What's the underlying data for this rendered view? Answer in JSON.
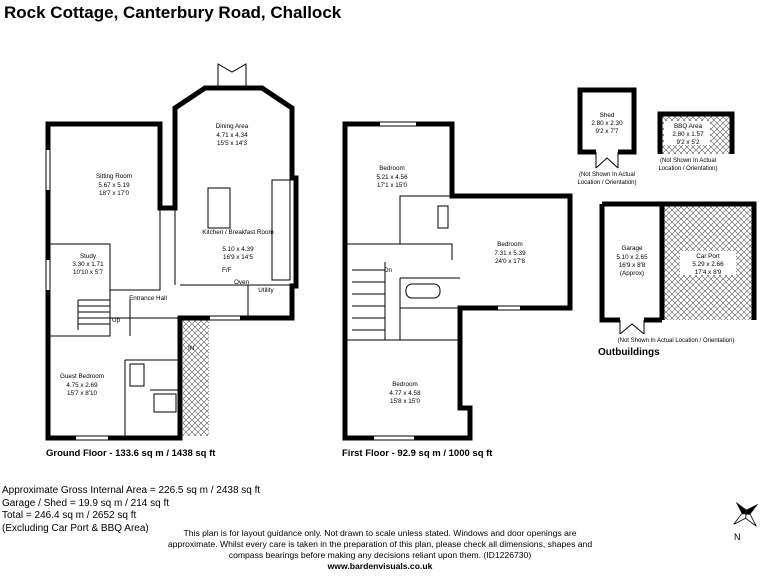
{
  "title": "Rock Cottage, Canterbury Road, Challock",
  "ground_floor": {
    "caption": "Ground Floor - 133.6 sq m / 1438 sq ft",
    "rooms": [
      {
        "name": "Sitting Room",
        "metric": "5.67 x 5.19",
        "imperial": "18'7 x 17'0"
      },
      {
        "name": "Dining Area",
        "metric": "4.71 x 4.34",
        "imperial": "15'5 x 14'3"
      },
      {
        "name": "Kitchen / Breakfast Room",
        "metric": "5.10 x 4.39",
        "imperial": "16'9 x 14'5"
      },
      {
        "name": "Study",
        "metric": "3.30 x 1.71",
        "imperial": "10'10 x 5'7"
      },
      {
        "name": "Entrance Hall"
      },
      {
        "name": "Utility"
      },
      {
        "name": "Guest Bedroom",
        "metric": "4.75 x 2.69",
        "imperial": "15'7 x 8'10"
      }
    ],
    "labels": {
      "up": "Up",
      "in": "IN",
      "ff": "F/F",
      "oven": "Oven"
    }
  },
  "first_floor": {
    "caption": "First Floor - 92.9 sq m / 1000 sq ft",
    "rooms": [
      {
        "name": "Bedroom",
        "metric": "5.21 x 4.56",
        "imperial": "17'1 x 15'0"
      },
      {
        "name": "Bedroom",
        "metric": "7.31 x 5.39",
        "imperial": "24'0 x 17'8"
      },
      {
        "name": "Bedroom",
        "metric": "4.77 x 4.58",
        "imperial": "15'8 x 15'0"
      }
    ],
    "labels": {
      "dn": "Dn"
    }
  },
  "outbuildings": {
    "title": "Outbuildings",
    "shed": {
      "name": "Shed",
      "metric": "2.80 x 2.30",
      "imperial": "9'2 x 7'7"
    },
    "bbq": {
      "name": "BBQ Area",
      "metric": "2.80 x 1.57",
      "imperial": "9'2 x 5'2"
    },
    "garage": {
      "name": "Garage",
      "metric": "5.10 x 2.65",
      "imperial": "16'9 x 8'8",
      "note": "(Approx)"
    },
    "carport": {
      "name": "Car Port",
      "metric": "5.29 x 2.66",
      "imperial": "17'4 x 8'9"
    },
    "note_line1": "(Not Shown In Actual",
    "note_line2": "Location / Orientation)",
    "note_single": "(Not Shown In Actual Location / Orientation)"
  },
  "stats": {
    "line1": "Approximate Gross Internal Area = 226.5 sq m / 2438 sq ft",
    "line2": "Garage / Shed = 19.9 sq m / 214 sq ft",
    "line3": "Total = 246.4 sq m / 2652 sq ft",
    "line4": "(Excluding Car Port & BBQ Area)"
  },
  "disclaimer": "This plan is for layout guidance only. Not drawn to scale unless stated. Windows and door openings are approximate. Whilst every care is taken in the preparation of this plan, please check all dimensions, shapes and compass bearings before making any decisions reliant upon them. (ID1226730)",
  "website": "www.bardenvisuals.co.uk",
  "compass": {
    "label": "N",
    "icon": "compass-rose-icon"
  }
}
